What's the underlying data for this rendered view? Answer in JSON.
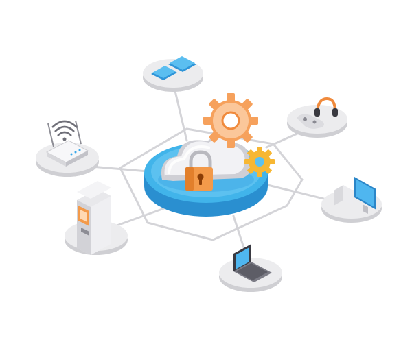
{
  "palette": {
    "hub_top": "#41b4ea",
    "hub_top_light": "#7ed0f6",
    "hub_side": "#2a8fd0",
    "disc_top": "#e6e6e8",
    "disc_side": "#cfcfd3",
    "connector": "#d4d4d8",
    "cloud": "#f1f1f3",
    "cloud_shade": "#dcdce0",
    "gear_big": "#f6a15c",
    "gear_big_light": "#fbc79a",
    "gear_small": "#f7b733",
    "lock_body": "#f39a4a",
    "lock_shackle": "#b9b9bf",
    "screen_blue": "#39a8ea",
    "device_grey": "#e3e3e6"
  },
  "nodes": [
    {
      "id": "tablet-phone",
      "icon": "tablet-phone-icon"
    },
    {
      "id": "gamepad-headset",
      "icon": "gamepad-headset-icon"
    },
    {
      "id": "wifi-router",
      "icon": "wifi-router-icon"
    },
    {
      "id": "desktop-computer",
      "icon": "desktop-computer-icon"
    },
    {
      "id": "atm-machine",
      "icon": "atm-machine-icon"
    },
    {
      "id": "laptop",
      "icon": "laptop-icon"
    }
  ],
  "hub": {
    "icons": [
      "cloud-icon",
      "lock-icon",
      "gear-icon",
      "small-gear-icon"
    ]
  }
}
